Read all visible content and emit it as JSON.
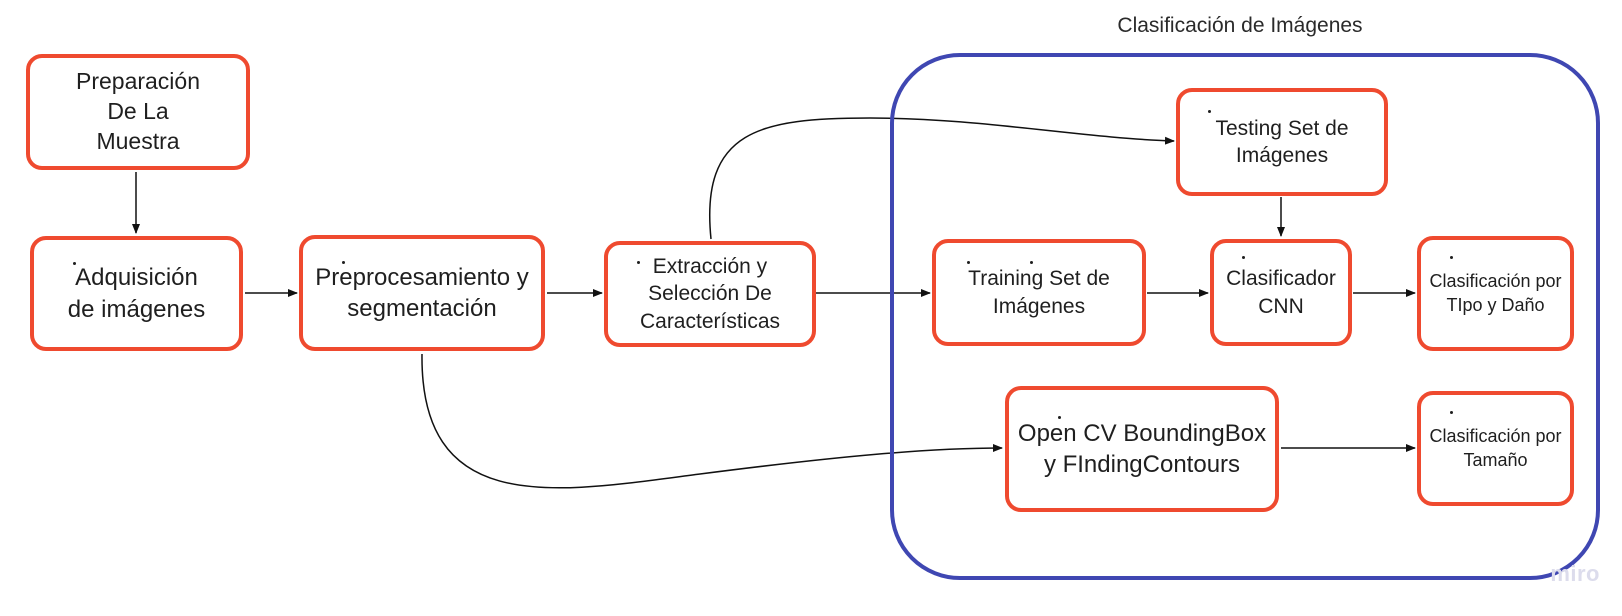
{
  "diagram": {
    "group": {
      "title": "Clasificación de Imágenes",
      "border_color": "#3f47b2"
    },
    "node_border_color": "#ef4a2f",
    "nodes": {
      "preparacion": "Preparación\nDe La\nMuestra",
      "adquisicion": "Adquisición\nde imágenes",
      "preprocesamiento": "Preprocesamiento y\nsegmentación",
      "extraccion": "Extracción y\nSelección De\nCaracterísticas",
      "testing": "Testing Set de\nImágenes",
      "training": "Training Set de\nImágenes",
      "clasificador": "Clasificador\nCNN",
      "clasif_tipo": "Clasificación por\nTIpo y Daño",
      "opencv": "Open CV BoundingBox\ny FIndingContours",
      "clasif_tamano": "Clasificación por\nTamaño"
    },
    "watermark": "miro"
  }
}
